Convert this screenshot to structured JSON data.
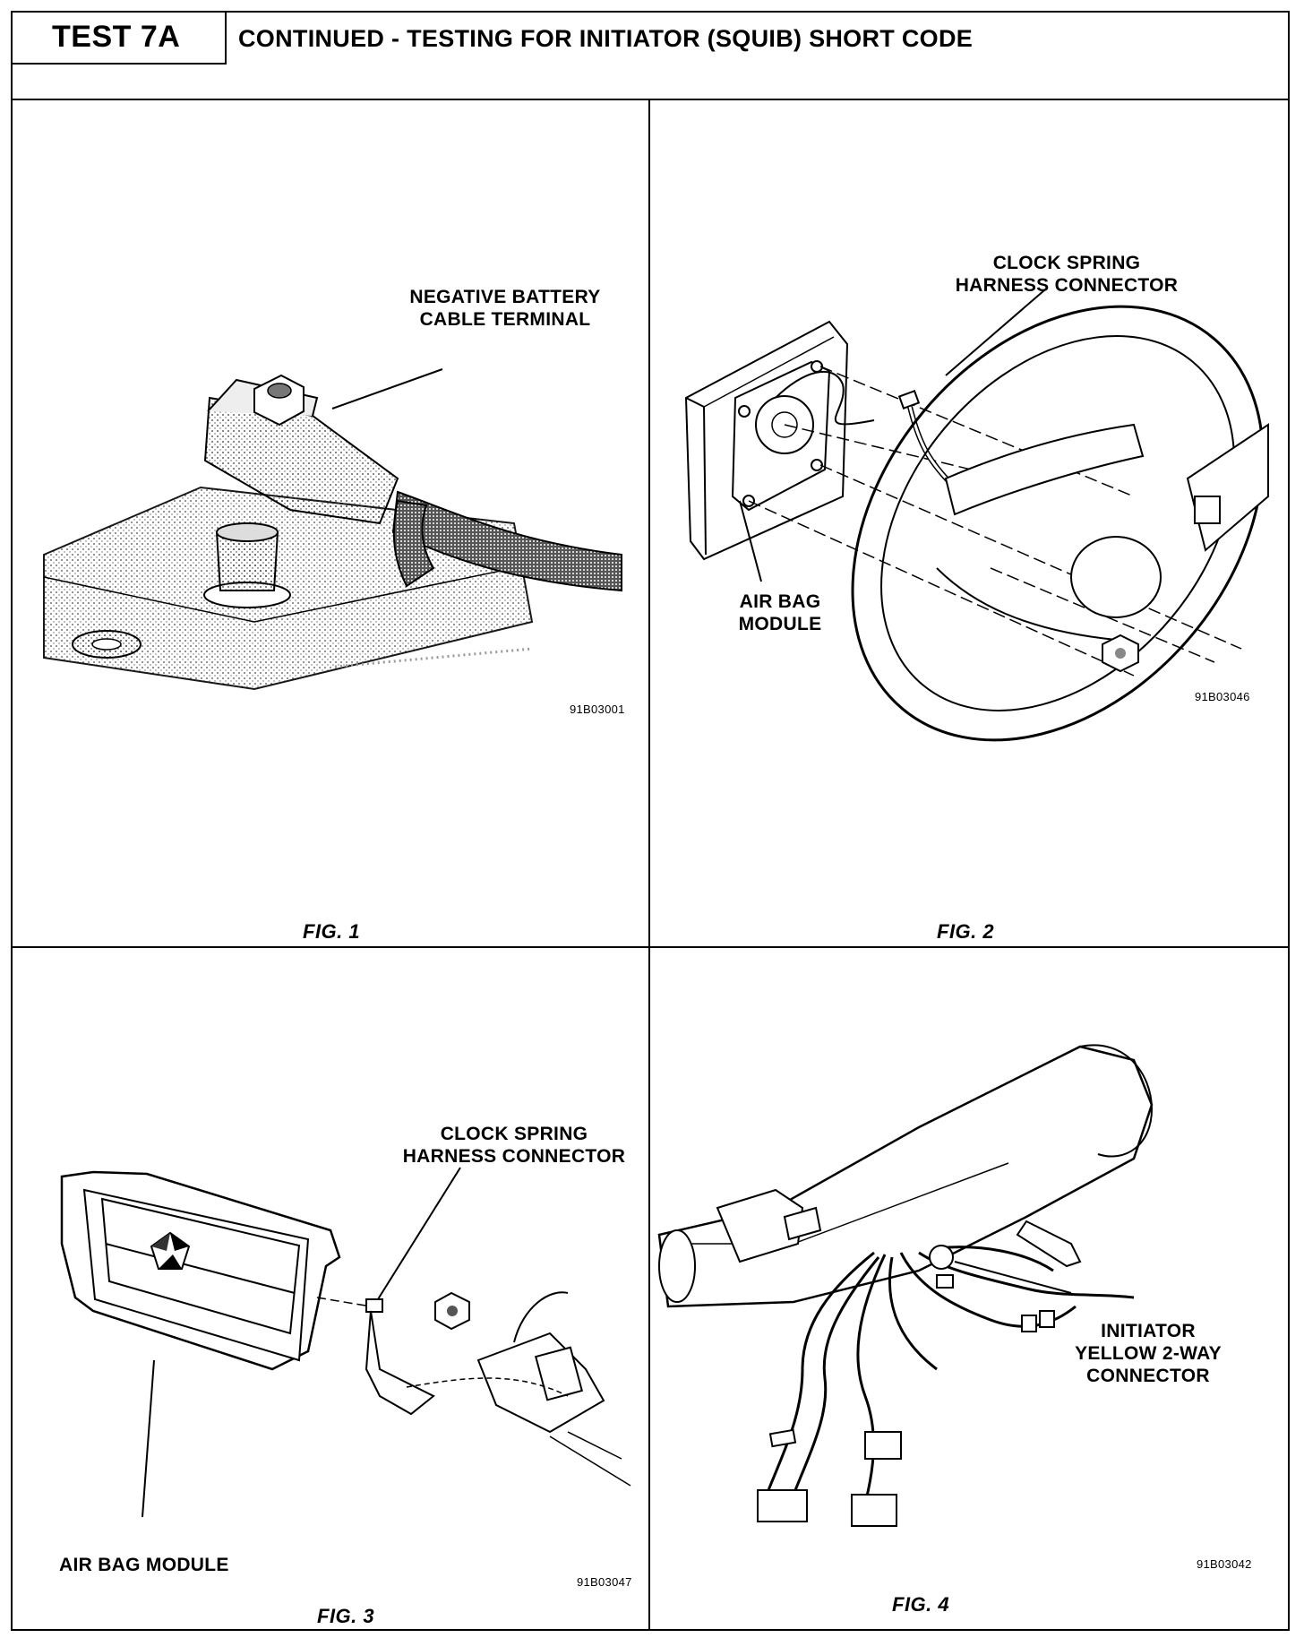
{
  "header": {
    "test_label": "TEST 7A",
    "title": "CONTINUED - TESTING FOR INITIATOR (SQUIB) SHORT CODE"
  },
  "figures": [
    {
      "caption": "FIG. 1",
      "figure_id": "91B03001",
      "labels": {
        "terminal": "NEGATIVE BATTERY\nCABLE TERMINAL"
      }
    },
    {
      "caption": "FIG. 2",
      "figure_id": "91B03046",
      "labels": {
        "clock_spring": "CLOCK SPRING\nHARNESS CONNECTOR",
        "air_bag": "AIR BAG\nMODULE"
      }
    },
    {
      "caption": "FIG. 3",
      "figure_id": "91B03047",
      "labels": {
        "clock_spring": "CLOCK SPRING\nHARNESS CONNECTOR",
        "air_bag": "AIR BAG MODULE"
      }
    },
    {
      "caption": "FIG. 4",
      "figure_id": "91B03042",
      "labels": {
        "initiator": "INITIATOR\nYELLOW 2-WAY\nCONNECTOR"
      }
    }
  ]
}
